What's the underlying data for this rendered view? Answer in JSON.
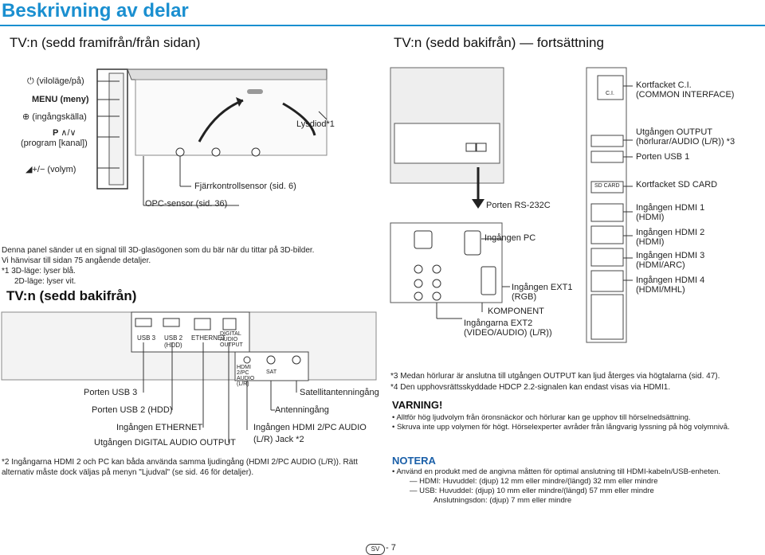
{
  "title": "Beskrivning av delar",
  "front": {
    "heading": "TV:n (sedd framifrån/från sidan)",
    "standby": "(viloläge/på)",
    "menu": "MENU (meny)",
    "input": "(ingångskälla)",
    "channel_p": "P",
    "channel_prog": "(program [kanal])",
    "volume": "(volym)",
    "lysdiod": "Lysdiod*1",
    "remote_sensor": "Fjärrkontrollsensor (sid. 6)",
    "opc_sensor": "OPC-sensor (sid. 36)",
    "panel_text": "Denna panel sänder ut en signal till 3D-glasögonen som du bär när du tittar på 3D-bilder.",
    "panel_text2": "Vi hänvisar till sidan 75 angående detaljer.",
    "note1_mark": "*1",
    "note1_a": "3D-läge: lyser blå.",
    "note1_b": "2D-läge: lyser vit."
  },
  "back": {
    "heading": "TV:n (sedd bakifrån)",
    "port_usb3": "USB 3",
    "port_usb2": "USB 2 (HDD)",
    "port_ethernet": "ETHERNET",
    "port_digital": "DIGITAL AUDIO OUTPUT",
    "port_hdmi_audio": "HDMI 2/PC AUDIO (L/R)",
    "port_sat": "SAT",
    "callout_usb3": "Porten USB 3",
    "callout_usb2": "Porten USB 2 (HDD)",
    "callout_ethernet": "Ingången ETHERNET",
    "callout_digital": "Utgången DIGITAL AUDIO OUTPUT",
    "callout_sat": "Satellitantenningång",
    "callout_antenna": "Antenningång",
    "callout_hdmi_pc": "Ingången HDMI 2/PC AUDIO",
    "callout_hdmi_pc2": "(L/R) Jack *2",
    "note2_mark": "*2",
    "note2": "Ingångarna HDMI 2 och PC kan båda använda samma ljudingång (HDMI 2/PC AUDIO (L/R)). Rätt alternativ måste dock väljas på menyn \"Ljudval\" (se sid. 46 för detaljer)."
  },
  "cont": {
    "heading": "TV:n (sedd bakifrån) — fortsättning",
    "ci": "Kortfacket C.I.",
    "ci2": "(COMMON INTERFACE)",
    "output": "Utgången OUTPUT",
    "output2": "(hörlurar/AUDIO (L/R)) *3",
    "usb1": "Porten USB 1",
    "sdcard": "Kortfacket SD CARD",
    "hdmi1": "Ingången HDMI 1",
    "hdmi1b": "(HDMI)",
    "hdmi2": "Ingången HDMI 2",
    "hdmi2b": "(HDMI)",
    "hdmi3": "Ingången HDMI 3",
    "hdmi3b": "(HDMI/ARC)",
    "hdmi4": "Ingången HDMI 4",
    "hdmi4b": "(HDMI/MHL)",
    "rs232": "Porten RS-232C",
    "pc": "Ingången PC",
    "ext1": "Ingången EXT1",
    "ext1b": "(RGB)",
    "komponent": "KOMPONENT",
    "ext2": "Ingångarna EXT2",
    "ext2b": "(VIDEO/AUDIO) (L/R))",
    "note3_mark": "*3",
    "note3": "Medan hörlurar är anslutna till utgången OUTPUT kan ljud återges via högtalarna (sid. 47).",
    "note4_mark": "*4",
    "note4": "Den upphovsrättsskyddade HDCP 2.2-signalen kan endast visas via HDMI1.",
    "warning_title": "VARNING!",
    "warning1": "Alltför hög ljudvolym från öronsnäckor och hörlurar kan ge upphov till hörselnedsättning.",
    "warning2": "Skruva inte upp volymen för högt. Hörselexperter avråder från långvarig lyssning på hög volymnivå.",
    "notera_title": "NOTERA",
    "notera1": "Använd en produkt med de angivna måtten för optimal anslutning till HDMI-kabeln/USB-enheten.",
    "notera2": "HDMI: Huvuddel: (djup) 12 mm eller mindre/(längd) 32 mm eller mindre",
    "notera3": "USB: Huvuddel: (djup) 10 mm eller mindre/(längd) 57 mm eller mindre",
    "notera4": "Anslutningsdon: (djup) 7 mm eller mindre"
  },
  "page_number": "7",
  "page_lang": "SV",
  "colors": {
    "title": "#1a8fd0",
    "notera": "#1a5fa8"
  }
}
